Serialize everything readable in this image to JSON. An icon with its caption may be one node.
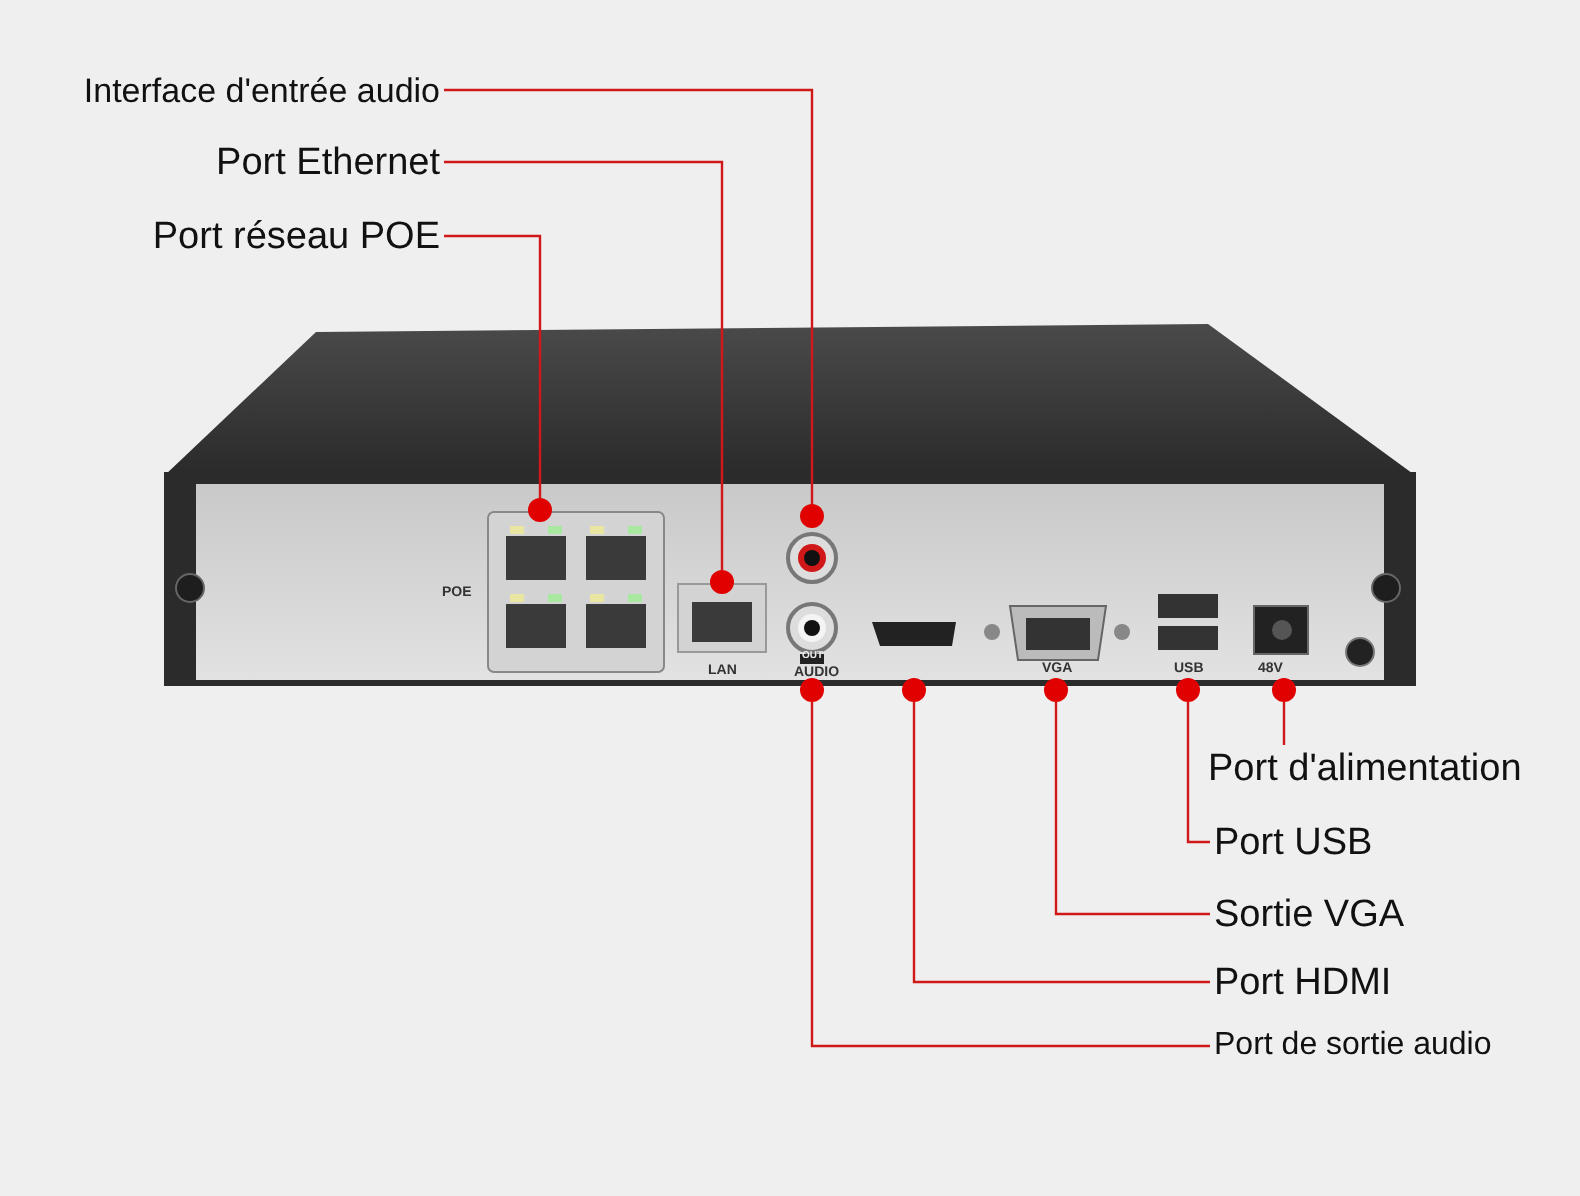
{
  "diagram": {
    "nodes": [
      {
        "text": [
          "Interface d'entrée audio"
        ]
      },
      {
        "text": [
          "Port Ethernet"
        ]
      },
      {
        "text": [
          "Port réseau POE"
        ]
      },
      {
        "text": [
          "Port d'alimentation"
        ]
      },
      {
        "text": [
          "Port USB"
        ]
      },
      {
        "text": [
          "Sortie VGA"
        ]
      },
      {
        "text": [
          "Port HDMI"
        ]
      },
      {
        "text": [
          "Port de sortie audio"
        ]
      },
      {
        "text": [],
        "shape": "circle"
      },
      {
        "text": [],
        "shape": "circle"
      },
      {
        "text": [],
        "shape": "circle"
      },
      {
        "text": [],
        "shape": "circle"
      },
      {
        "text": [],
        "shape": "circle"
      },
      {
        "text": [],
        "shape": "circle"
      },
      {
        "text": [],
        "shape": "circle"
      },
      {
        "text": [],
        "shape": "circle"
      }
    ],
    "edges": [
      {
        "from": 0,
        "to": 10,
        "arrow": "none"
      },
      {
        "from": 1,
        "to": 9,
        "arrow": "none"
      },
      {
        "from": 2,
        "to": 8,
        "arrow": "none"
      },
      {
        "from": 3,
        "to": 15,
        "arrow": "none"
      },
      {
        "from": 4,
        "to": 14,
        "arrow": "none"
      },
      {
        "from": 5,
        "to": 13,
        "arrow": "none"
      },
      {
        "from": 6,
        "to": 12,
        "arrow": "none"
      },
      {
        "from": 7,
        "to": 11,
        "arrow": "none"
      }
    ],
    "labels": [
      "POE",
      "LAN",
      "OUT",
      "AUDIO",
      "VGA",
      "USB",
      "48V"
    ]
  }
}
